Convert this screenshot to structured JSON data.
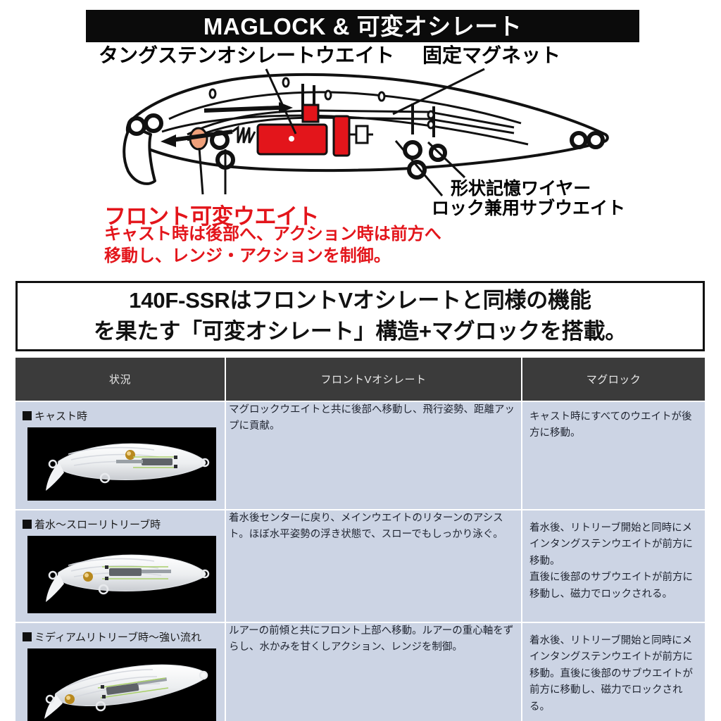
{
  "diagram": {
    "title": "MAGLOCK & 可変オシレート",
    "labels": {
      "tungsten_weight": "タングステンオシレートウエイト",
      "fixed_magnet": "固定マグネット",
      "memory_wire": "形状記憶ワイヤー",
      "lock_sub_weight": "ロック兼用サブウエイト"
    },
    "callout": {
      "heading": "フロント可変ウエイト",
      "line1": "キャスト時は後部へ、アクション時は前方へ",
      "line2": "移動し、レンジ・アクションを制御。",
      "color": "#e3151b"
    }
  },
  "banner": {
    "line1": "140F-SSRはフロントVオシレートと同様の機能",
    "line2": "を果たす「可変オシレート」構造+マグロックを搭載。"
  },
  "table": {
    "headers": [
      "状況",
      "フロントVオシレート",
      "マグロック"
    ],
    "rows": [
      {
        "condition": "キャスト時",
        "front_v": "マグロックウエイトと共に後部へ移動し、飛行姿勢、距離アップに貢献。",
        "maglock": "キャスト時にすべてのウエイトが後方に移動。"
      },
      {
        "condition": "着水〜スローリトリーブ時",
        "front_v": "着水後センターに戻り、メインウエイトのリターンのアシスト。ほぼ水平姿勢の浮き状態で、スローでもしっかり泳ぐ。",
        "maglock": "着水後、リトリーブ開始と同時にメインタングステンウエイトが前方に移動。\n直後に後部のサブウエイトが前方に移動し、磁力でロックされる。"
      },
      {
        "condition": "ミディアムリトリーブ時〜強い流れ",
        "front_v": "ルアーの前傾と共にフロント上部へ移動。ルアーの重心軸をずらし、水かみを甘くしアクション、レンジを制御。",
        "maglock": "着水後、リトリーブ開始と同時にメインタングステンウエイトが前方に移動。直後に後部のサブウエイトが前方に移動し、磁力でロックされる。"
      }
    ]
  },
  "colors": {
    "header_bg": "#3b3b3b",
    "cell_bg": "#ccd4e4",
    "accent_red": "#e3151b",
    "photo_bg": "#000000"
  }
}
